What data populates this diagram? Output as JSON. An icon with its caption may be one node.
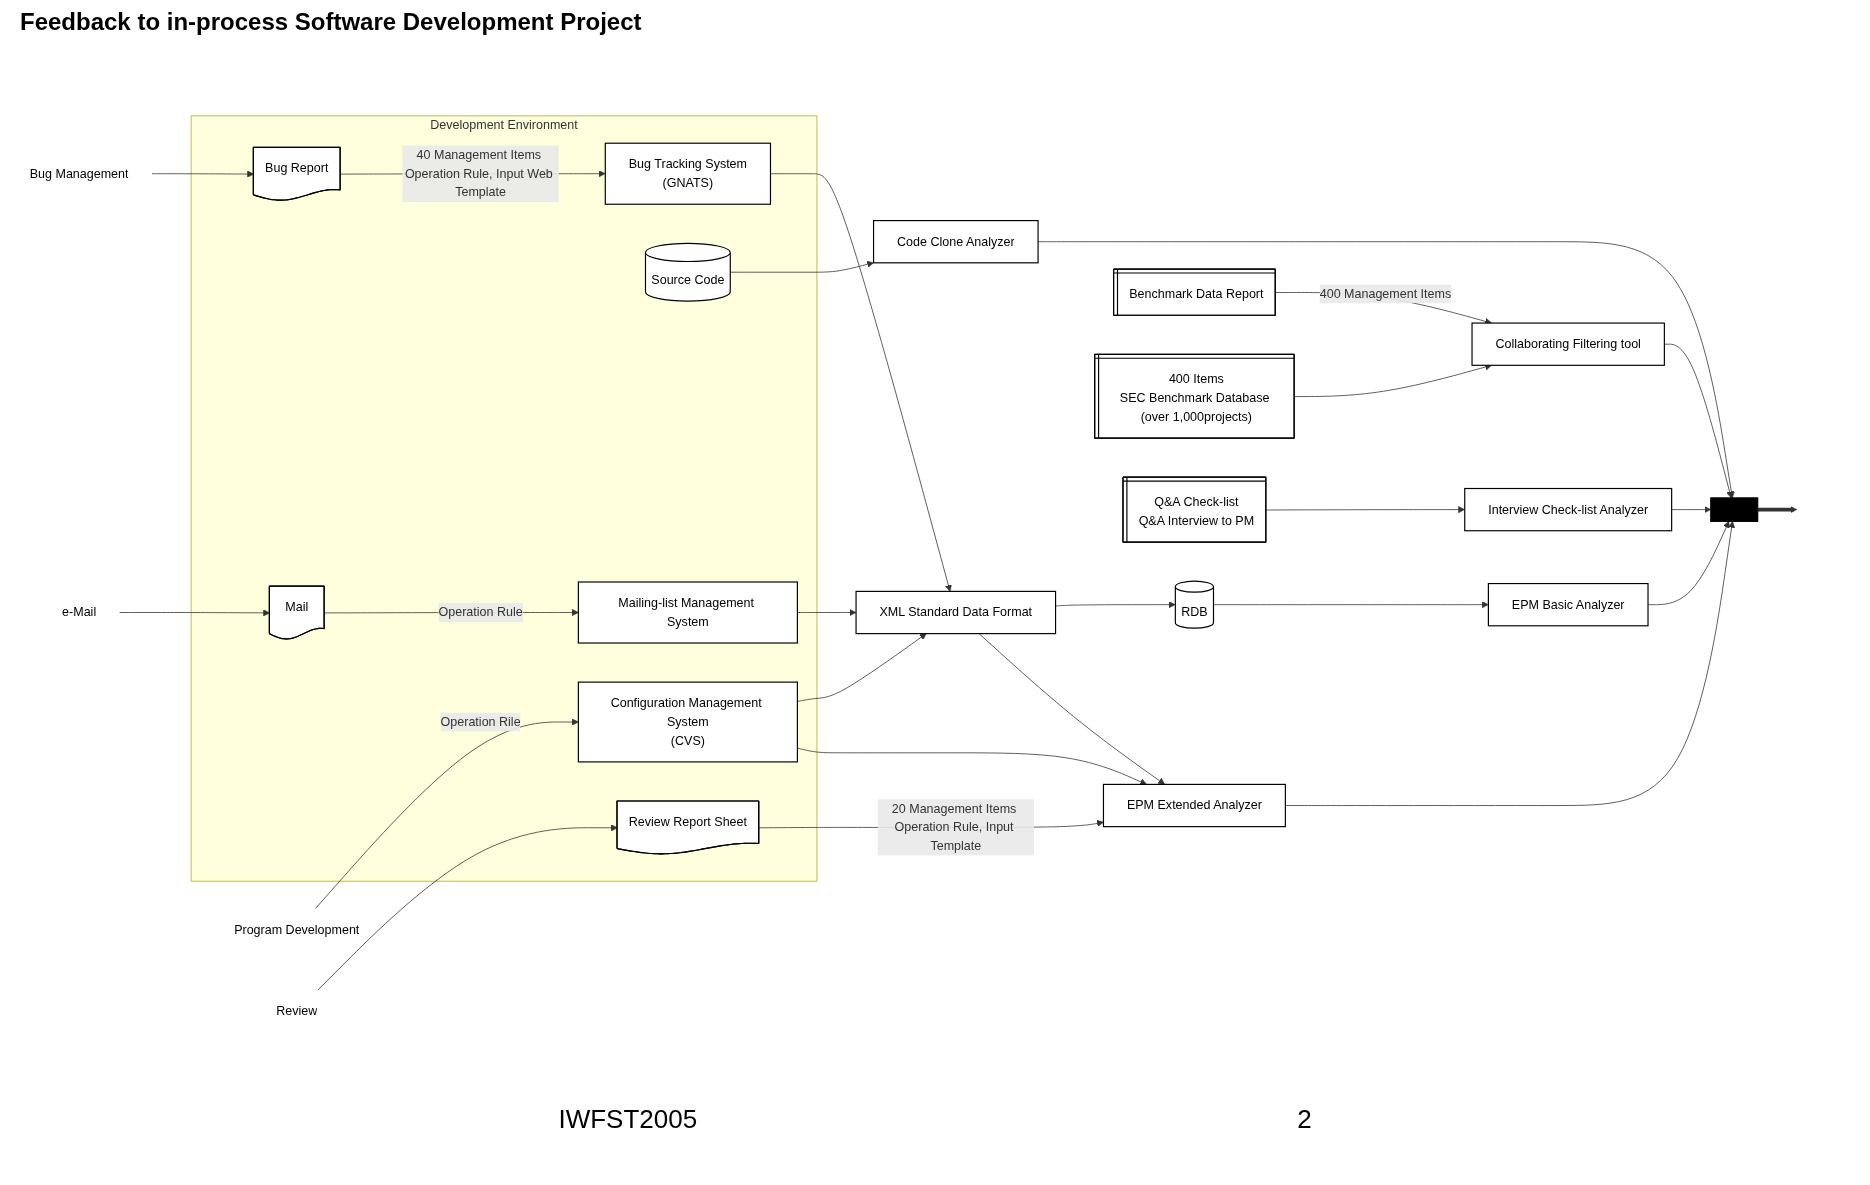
{
  "diagram": {
    "title": "Feedback to in-process Software Development Project",
    "nodes": [
      {
        "text": [
          "Program Development"
        ]
      },
      {
        "text": [
          "Bug Management"
        ]
      },
      {
        "text": [
          "e-Mail"
        ]
      },
      {
        "text": [
          "Review"
        ]
      },
      {
        "text": [
          "Development Environment"
        ]
      },
      {
        "text": [
          "Configuration Management System",
          "(CVS)"
        ],
        "in": 4
      },
      {
        "text": [
          "Source Code"
        ],
        "in": 4
      },
      {
        "text": [
          "Bug Report"
        ],
        "in": 4
      },
      {
        "text": [
          "Bug Tracking System",
          "(GNATS)"
        ],
        "in": 4
      },
      {
        "text": [
          "Mail"
        ],
        "in": 4
      },
      {
        "text": [
          "Mailing-list Management System"
        ],
        "in": 4
      },
      {
        "text": [
          "Review Report Sheet"
        ],
        "in": 4
      },
      {
        "text": [
          "XML Standard Data Format"
        ]
      },
      {
        "text": [
          "RDB"
        ]
      },
      {
        "text": [
          "Benchmark Data Report"
        ]
      },
      {
        "text": [
          "400 Items",
          "SEC Benchmark Database (over 1,000projects)"
        ]
      },
      {
        "text": [
          "Q&A Check-list",
          "Q&A Interview to PM"
        ]
      },
      {
        "text": [
          "EPM Basic Analyzer"
        ]
      },
      {
        "text": [
          "EPM Extended Analyzer"
        ]
      },
      {
        "text": [
          "Code Clone Analyzer"
        ]
      },
      {
        "text": [
          "Collaborating Filtering tool"
        ]
      },
      {
        "text": [
          "Interview Check-list Analyzer"
        ]
      },
      {
        "text": [],
        "shape": "bar"
      }
    ],
    "edges": [
      {
        "from": 0,
        "to": 5,
        "arrow": "to",
        "label": "Operation Rile"
      },
      {
        "from": 1,
        "to": 7,
        "arrow": "to"
      },
      {
        "from": 2,
        "to": 9,
        "arrow": "to"
      },
      {
        "from": 3,
        "to": 11,
        "arrow": "to"
      },
      {
        "from": 7,
        "to": 8,
        "arrow": "to",
        "label": "40 Management Items Operation Rule, Input Web Template"
      },
      {
        "from": 9,
        "to": 10,
        "arrow": "to",
        "label": "Operation Rule"
      },
      {
        "from": 11,
        "to": 18,
        "arrow": "to",
        "label": "20 Management Items Operation Rule, Input Template"
      },
      {
        "from": 5,
        "to": 12,
        "arrow": "to"
      },
      {
        "from": 8,
        "to": 12,
        "arrow": "to"
      },
      {
        "from": 10,
        "to": 12,
        "arrow": "to"
      },
      {
        "from": 5,
        "to": 18,
        "arrow": "to"
      },
      {
        "from": 6,
        "to": 19,
        "arrow": "to"
      },
      {
        "from": 12,
        "to": 13,
        "arrow": "to"
      },
      {
        "from": 13,
        "to": 17,
        "arrow": "to"
      },
      {
        "from": 12,
        "to": 18,
        "arrow": "to"
      },
      {
        "from": 14,
        "to": 20,
        "arrow": "to",
        "label": "400 Management Items"
      },
      {
        "from": 15,
        "to": 20,
        "arrow": "to"
      },
      {
        "from": 16,
        "to": 21,
        "arrow": "to"
      },
      {
        "from": 17,
        "to": 22,
        "arrow": "to"
      },
      {
        "from": 18,
        "to": 22,
        "arrow": "to"
      },
      {
        "from": 19,
        "to": 22,
        "arrow": "to"
      },
      {
        "from": 20,
        "to": 22,
        "arrow": "to"
      },
      {
        "from": 21,
        "to": 22,
        "arrow": "to"
      },
      {
        "from": 22,
        "to": null,
        "arrow": "to",
        "style": "thick"
      }
    ],
    "labels": [
      "IWFST2005",
      "2"
    ]
  }
}
